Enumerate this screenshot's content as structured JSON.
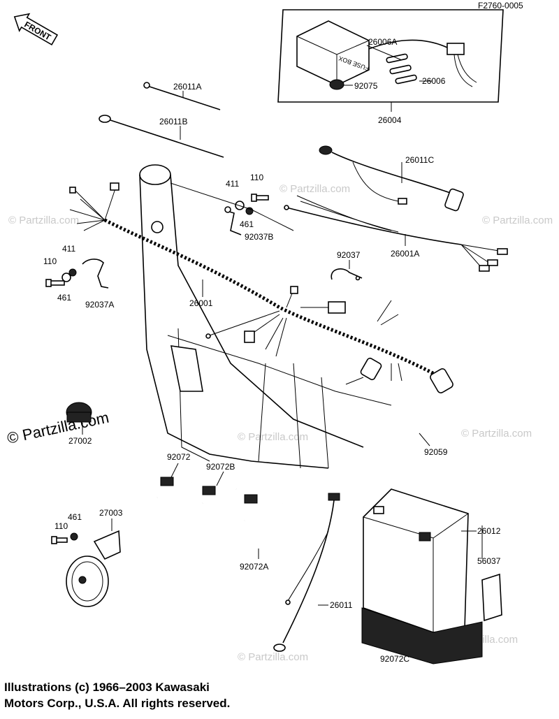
{
  "figure_code": "F2760-0005",
  "front_arrow": "FRONT",
  "fuse_box_label": "FUSE BOX",
  "watermark": "© Partzilla.com",
  "watermark_large": "© Partzilla.com",
  "parts": {
    "p26004": "26004",
    "p26006A": "26006A",
    "p92075": "92075",
    "p26006": "26006",
    "p26011A": "26011A",
    "p26011B": "26011B",
    "p26011C": "26011C",
    "p26001A": "26001A",
    "p110_top": "110",
    "p411_top": "411",
    "p461_top": "461",
    "p92037B": "92037B",
    "p411_left": "411",
    "p110_left": "110",
    "p461_left": "461",
    "p92037A": "92037A",
    "p26001": "26001",
    "p92037": "92037",
    "p27002": "27002",
    "p92059": "92059",
    "p92072": "92072",
    "p92072B": "92072B",
    "p92072A": "92072A",
    "p461_bottom": "461",
    "p110_bottom": "110",
    "p27003": "27003",
    "p26011": "26011",
    "p26012": "26012",
    "p56037": "56037",
    "p92072C": "92072C"
  },
  "copyright": {
    "line1": "Illustrations (c) 1966–2003 Kawasaki",
    "line2": "Motors Corp., U.S.A.  All rights reserved."
  }
}
